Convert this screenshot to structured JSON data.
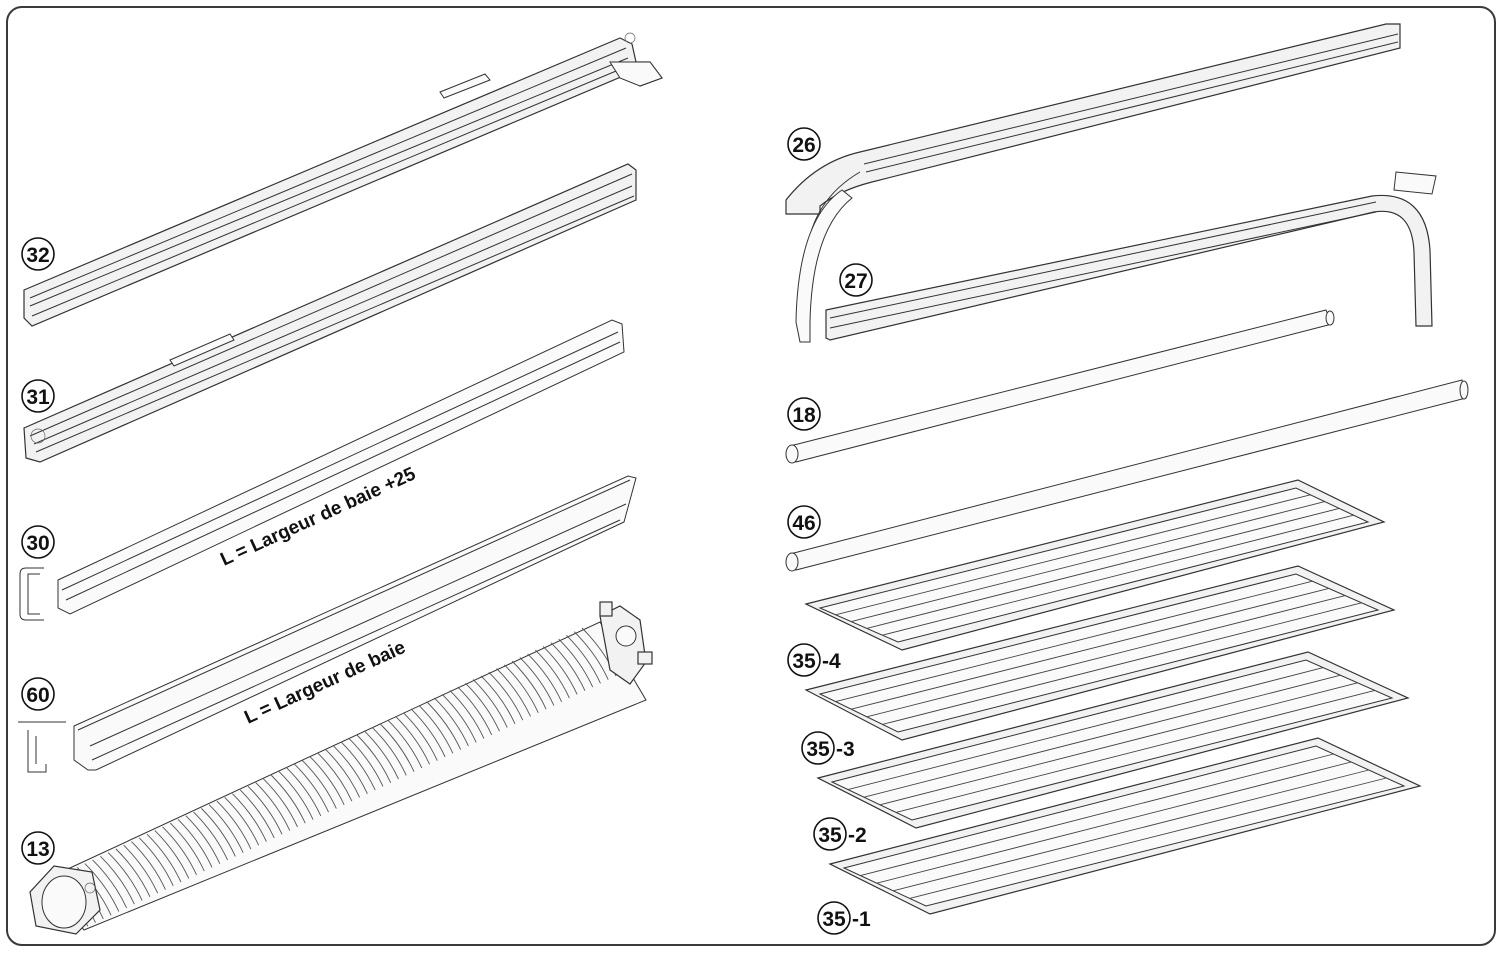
{
  "parts": {
    "p32": {
      "number": "32"
    },
    "p31": {
      "number": "31"
    },
    "p30": {
      "number": "30"
    },
    "p60": {
      "number": "60"
    },
    "p13": {
      "number": "13"
    },
    "p26": {
      "number": "26"
    },
    "p27": {
      "number": "27"
    },
    "p18": {
      "number": "18"
    },
    "p46": {
      "number": "46"
    },
    "p35_4": {
      "number": "35",
      "suffix": "-4"
    },
    "p35_3": {
      "number": "35",
      "suffix": "-3"
    },
    "p35_2": {
      "number": "35",
      "suffix": "-2"
    },
    "p35_1": {
      "number": "35",
      "suffix": "-1"
    }
  },
  "dimensions": {
    "baie_plus_25": "L = Largeur de baie +25",
    "baie": "L = Largeur de baie"
  }
}
